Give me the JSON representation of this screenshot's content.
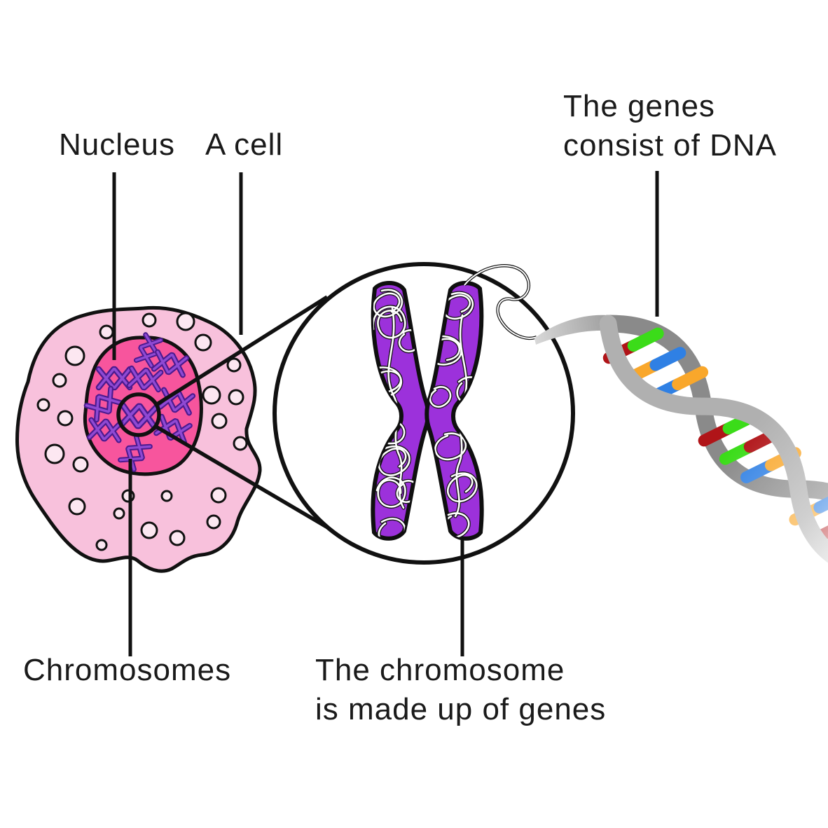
{
  "labels": {
    "nucleus": "Nucleus",
    "a_cell": "A cell",
    "genes": {
      "line1": "The genes",
      "line2": "consist of DNA"
    },
    "chromosomes": "Chromosomes",
    "chromosome_genes": {
      "line1": "The chromosome",
      "line2": "is made up of genes"
    }
  },
  "colors": {
    "text": "#1a1a1a",
    "outline": "#111111",
    "cell_fill": "#F8C1DC",
    "cell_dot_fill": "#FCE7F1",
    "nucleus_fill": "#F7559D",
    "chromosome_x_dark": "#4B1A8F",
    "chromosome_x_light": "#8F49D3",
    "chromosome_fill": "#9C31DB",
    "gene_coil": "#ffffff",
    "dna_strand_front": "#B0B0B0",
    "dna_strand_back": "#8A8A8A",
    "dna_tail": "#C4C4C4",
    "dna_red": "#B01418",
    "dna_green": "#3BDC19",
    "dna_orange": "#F9A72B",
    "dna_blue": "#2F80E4"
  }
}
